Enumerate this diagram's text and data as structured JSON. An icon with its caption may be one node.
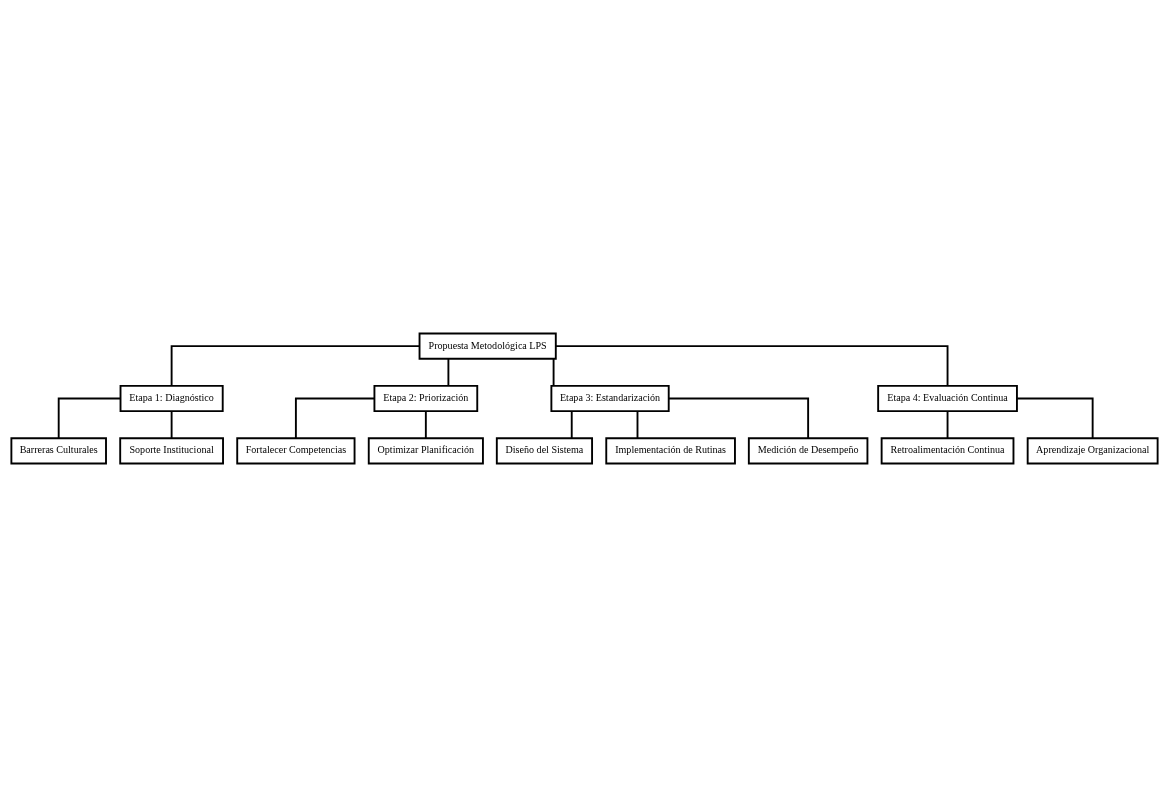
{
  "diagram": {
    "nodes": [
      {
        "text": [
          "Propuesta Metodológica LPS"
        ]
      },
      {
        "text": [
          "Etapa 1: Diagnóstico"
        ]
      },
      {
        "text": [
          "Etapa 2: Priorización"
        ]
      },
      {
        "text": [
          "Etapa 3: Estandarización"
        ]
      },
      {
        "text": [
          "Etapa 4: Evaluación Continua"
        ]
      },
      {
        "text": [
          "Barreras Culturales"
        ]
      },
      {
        "text": [
          "Fortalecer Competencias"
        ]
      },
      {
        "text": [
          "Diseño del Sistema"
        ]
      },
      {
        "text": [
          "Retroalimentación Continua"
        ]
      },
      {
        "text": [
          "Soporte Institucional"
        ]
      },
      {
        "text": [
          "Optimizar Planificación"
        ]
      },
      {
        "text": [
          "Implementación de Rutinas"
        ]
      },
      {
        "text": [
          "Aprendizaje Organizacional"
        ]
      },
      {
        "text": [
          "Medición de Desempeño"
        ]
      }
    ],
    "edges": [
      {
        "from": 0,
        "to": 1,
        "arrow": "none"
      },
      {
        "from": 0,
        "to": 2,
        "arrow": "none"
      },
      {
        "from": 0,
        "to": 3,
        "arrow": "none"
      },
      {
        "from": 0,
        "to": 4,
        "arrow": "none"
      },
      {
        "from": 1,
        "to": 5,
        "arrow": "none"
      },
      {
        "from": 1,
        "to": 9,
        "arrow": "none"
      },
      {
        "from": 2,
        "to": 6,
        "arrow": "none"
      },
      {
        "from": 2,
        "to": 10,
        "arrow": "none"
      },
      {
        "from": 3,
        "to": 7,
        "arrow": "none"
      },
      {
        "from": 3,
        "to": 11,
        "arrow": "none"
      },
      {
        "from": 3,
        "to": 13,
        "arrow": "none"
      },
      {
        "from": 4,
        "to": 8,
        "arrow": "none"
      },
      {
        "from": 4,
        "to": 12,
        "arrow": "none"
      }
    ]
  }
}
